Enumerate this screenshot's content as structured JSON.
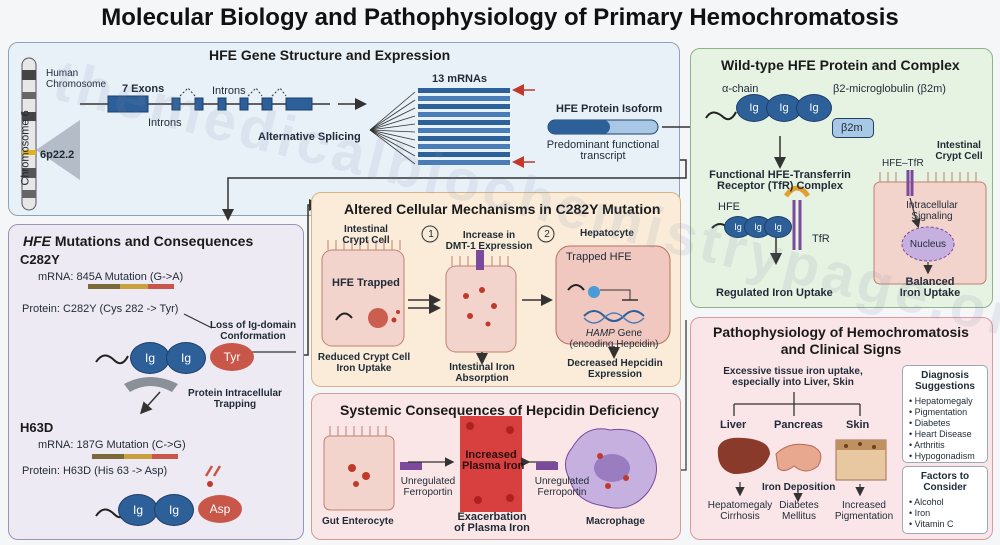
{
  "title": "Molecular Biology and Pathophysiology of Primary Hemochromatosis",
  "watermark": "themedicalbiochemistrypage.org",
  "gene": {
    "title": "HFE Gene Structure and Expression",
    "human_chromosome": "Human\nChromosome",
    "chromosome6": "Chromosome 6",
    "locus": "6p22.2",
    "exons": "7 Exons",
    "introns_top": "Introns",
    "introns_bottom": "Introns",
    "alt_splicing": "Alternative Splicing",
    "mrnas": "13 mRNAs",
    "isoform": "HFE Protein Isoform",
    "predominant": "Predominant functional\ntranscript"
  },
  "wt": {
    "title": "Wild-type HFE Protein and Complex",
    "alpha": "α-chain",
    "b2m_label": "β2-microglobulin (β2m)",
    "b2m": "β2m",
    "ig": "Ig",
    "complex": "Functional HFE-Transferrin\nReceptor (TfR) Complex",
    "hfe": "HFE",
    "tfr": "TfR",
    "regulated": "Regulated Iron Uptake",
    "crypt_cell": "Intestinal\nCrypt Cell",
    "hfe_tfr": "HFE–TfR",
    "signaling": "Intracellular\nSignaling",
    "nucleus": "Nucleus",
    "balanced": "Balanced\nIron Uptake"
  },
  "mut": {
    "title_italic": "HFE",
    "title_rest": " Mutations and Consequences",
    "c282y": "C282Y",
    "c282y_mrna": "mRNA: 845A Mutation (G->A)",
    "c282y_protein": "Protein: C282Y (Cys 282 -> Tyr)",
    "loss": "Loss of Ig-domain\nConformation",
    "trapping": "Protein Intracellular\nTrapping",
    "tyr": "Tyr",
    "h63d": "H63D",
    "h63d_mrna": "mRNA: 187G Mutation (C->G)",
    "h63d_protein": "Protein: H63D (His 63 -> Asp)",
    "asp": "Asp"
  },
  "alt": {
    "title": "Altered Cellular Mechanisms in C282Y Mutation",
    "crypt": "Intestinal\nCrypt Cell",
    "hfe_trapped": "HFE Trapped",
    "reduced": "Reduced Crypt Cell\nIron Uptake",
    "step1": "1",
    "dmt": "Increase in\nDMT-1 Expression",
    "absorption": "Intestinal Iron\nAbsorption",
    "step2": "2",
    "hepatocyte": "Hepatocyte",
    "trapped_hfe": "Trapped HFE",
    "hamp": "HAMP",
    "hamp_rest": " Gene\n(encoding Hepcidin)",
    "decreased": "Decreased Hepcidin\nExpression"
  },
  "sys": {
    "title": "Systemic Consequences of Hepcidin Deficiency",
    "gut": "Gut Enterocyte",
    "unreg1": "Unregulated\nFerroportin",
    "plasma": "Increased\nPlasma Iron",
    "exacerbation": "Exacerbation\nof Plasma Iron",
    "unreg2": "Unregulated\nFerroportin",
    "macrophage": "Macrophage"
  },
  "patho": {
    "title": "Pathophysiology of Hemochromatosis\nand Clinical Signs",
    "excess": "Excessive tissue iron uptake,\nespecially into Liver, Skin",
    "liver": "Liver",
    "pancreas": "Pancreas",
    "skin": "Skin",
    "deposition": "Iron Deposition",
    "hepatomegaly": "Hepatomegaly\nCirrhosis",
    "diabetes": "Diabetes\nMellitus",
    "pigmentation": "Increased\nPigmentation",
    "diag_title": "Diagnosis\nSuggestions",
    "diag_items": [
      "• Hepatomegaly",
      "• Pigmentation",
      "• Diabetes",
      "• Heart Disease",
      "• Arthritis",
      "• Hypogonadism"
    ],
    "factors_title": "Factors to\nConsider",
    "factors_items": [
      "• Alcohol",
      "• Iron",
      "• Vitamin C"
    ]
  },
  "colors": {
    "hfe_blue": "#2d5f99",
    "iron_red": "#c0392b",
    "tyr_red": "#c8574a",
    "ferroportin": "#7b4a9c"
  }
}
